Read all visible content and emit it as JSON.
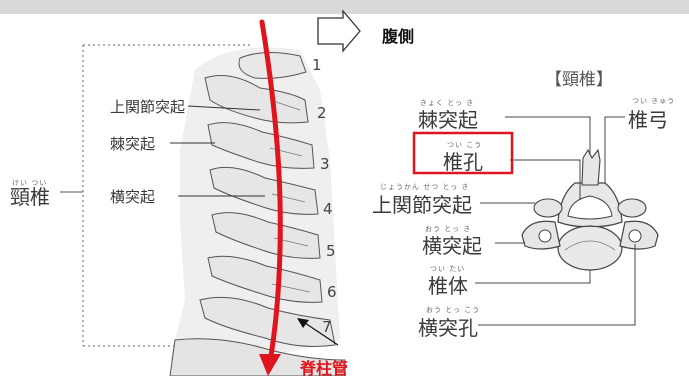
{
  "header": {
    "ventral_label": "腹側"
  },
  "left_figure": {
    "region_label": "頸椎",
    "region_ruby": "けい つい",
    "labels": {
      "superior_articular": "上関節突起",
      "spinous": "棘突起",
      "transverse": "横突起"
    },
    "vertebra_numbers": [
      "1",
      "2",
      "3",
      "4",
      "5",
      "6",
      "7"
    ],
    "spinal_canal": "脊柱管"
  },
  "right_figure": {
    "title": "【頸椎】",
    "labels": {
      "spinous": {
        "text": "棘突起",
        "ruby": "きょく とっ き"
      },
      "foramen": {
        "text": "椎孔",
        "ruby": "つい こう"
      },
      "superior_articular": {
        "text": "上関節突起",
        "ruby": "じょうかん せつ とっ き"
      },
      "transverse": {
        "text": "横突起",
        "ruby": "おう とっ き"
      },
      "body": {
        "text": "椎体",
        "ruby": "つい たい"
      },
      "transverse_foramen": {
        "text": "横突孔",
        "ruby": "おう とっ こう"
      },
      "arch": {
        "text": "椎弓",
        "ruby": "つい きゅう"
      }
    }
  },
  "colors": {
    "highlight": "#e0141c",
    "arrow": "#e0141c",
    "bone": "#e8e8e8"
  }
}
